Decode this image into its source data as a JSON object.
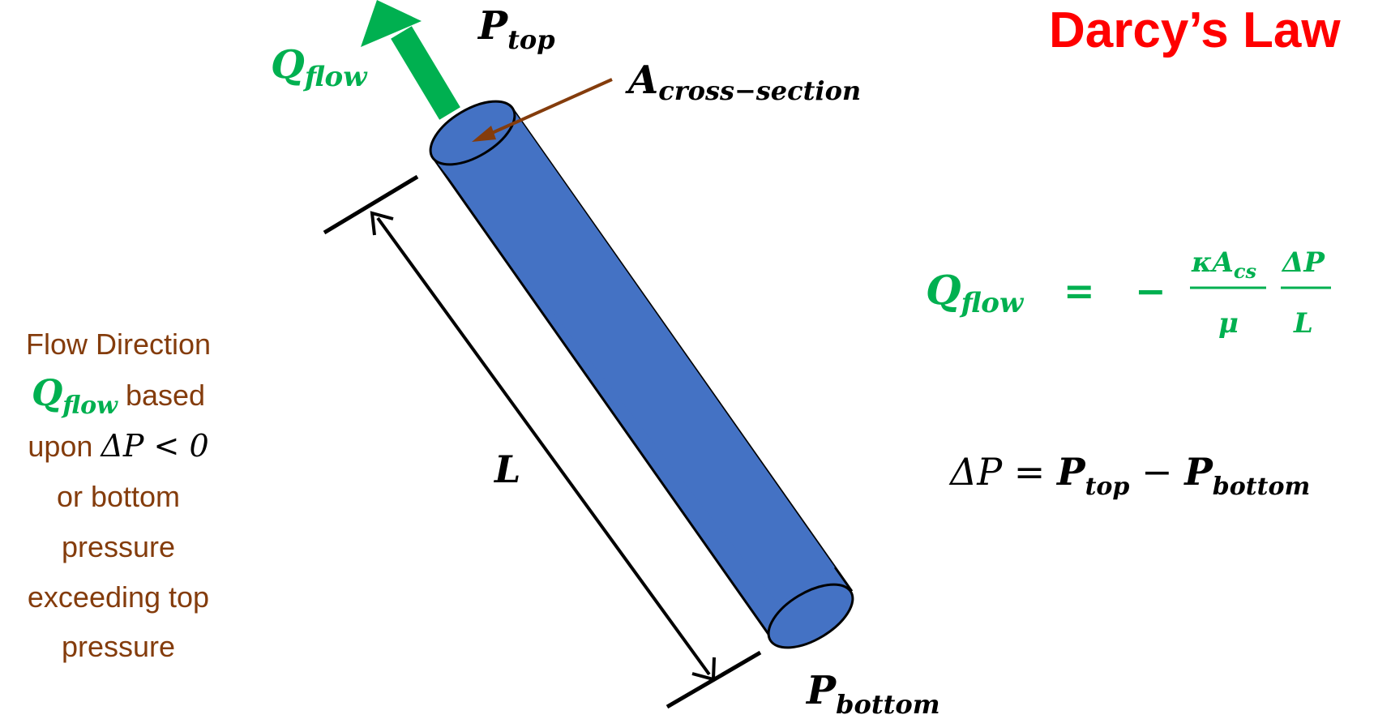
{
  "title": "Darcy’s Law",
  "labels": {
    "q_main": "Q",
    "q_sub": "flow",
    "p_top_main": "P",
    "p_top_sub": "top",
    "a_main": "A",
    "a_sub": "cross−section",
    "length": "L",
    "p_bottom_main": "P",
    "p_bottom_sub": "bottom"
  },
  "side_note": {
    "line1": "Flow Direction",
    "line2_q": "Q",
    "line2_sub": "flow",
    "line2_rest": " based",
    "line3_text": "upon  ",
    "line3_math": "ΔP < 0",
    "line4": "or bottom",
    "line5": "pressure",
    "line6": "exceeding top",
    "line7": "pressure"
  },
  "equation1": {
    "lhs_main": "Q",
    "lhs_sub": "flow",
    "equals": "=",
    "minus": "−",
    "num1_kappa": "κA",
    "num1_sub": "cs",
    "den1": "μ",
    "num2": "ΔP",
    "den2": "L"
  },
  "equation2": {
    "delta_p": "ΔP",
    "equals": " = ",
    "p1_main": "P",
    "p1_sub": "top",
    "minus": "  − ",
    "p2_main": "P",
    "p2_sub": "bottom"
  },
  "colors": {
    "title": "#ff0000",
    "flow_green": "#00b050",
    "tube_fill": "#4472c4",
    "brown": "#843c0c",
    "ink": "#000000"
  }
}
